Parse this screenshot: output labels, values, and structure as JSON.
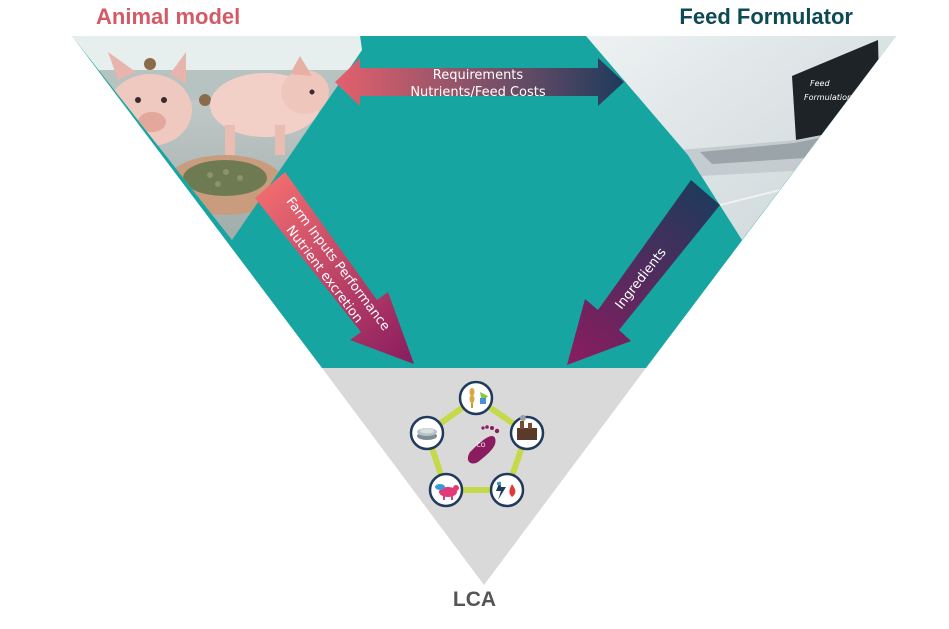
{
  "titles": {
    "left": "Animal  model",
    "right": "Feed Formulator",
    "bottom": "LCA"
  },
  "arrows": {
    "top_line1": "Requirements",
    "top_line2": "Nutrients/Feed Costs",
    "left_line1": "Farm Inputs  Performance",
    "left_line2": "Nutrient excretion",
    "right_label": "Ingredients"
  },
  "laptop_screen_line1": "Feed",
  "laptop_screen_line2": "Formulation",
  "lca_icons": [
    "wheat-icon",
    "factory-icon",
    "energy-water-icon",
    "livestock-icon",
    "petri-dish-icon",
    "footprint-icon"
  ],
  "colors": {
    "left_title": "#d45a66",
    "right_title": "#0d4a54",
    "bottom_label": "#555555",
    "teal": "#17a5a1",
    "lca_gray": "#d9d9d9",
    "arrow_pink": "#e4606d",
    "arrow_navy": "#1e3a5c",
    "arrow_magenta": "#8a1c5f",
    "ring": "#c6d94a"
  }
}
